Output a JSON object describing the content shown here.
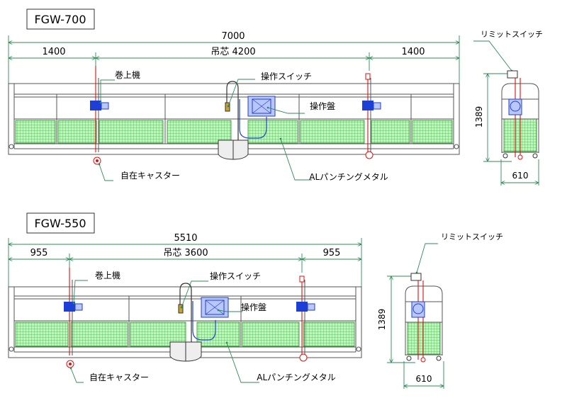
{
  "colors": {
    "dimension_line": "#2e8b57",
    "mesh_green": "#3cb93c",
    "rope_red": "#dd1111",
    "hoist_blue": "#1e3fd6",
    "frame_gray": "#555555"
  },
  "models": [
    {
      "name": "FGW-700",
      "total_length": "7000",
      "left_span": "1400",
      "center_span": "吊芯  4200",
      "right_span": "1400",
      "side_height": "1389",
      "side_width": "610",
      "labels": {
        "hoist": "巻上機",
        "control_switch": "操作スイッチ",
        "control_panel": "操作盤",
        "caster": "自在キャスター",
        "punching_metal": "ALパンチングメタル",
        "limit_switch": "リミットスイッチ"
      }
    },
    {
      "name": "FGW-550",
      "total_length": "5510",
      "left_span": "955",
      "center_span": "吊芯  3600",
      "right_span": "955",
      "side_height": "1389",
      "side_width": "610",
      "labels": {
        "hoist": "巻上機",
        "control_switch": "操作スイッチ",
        "control_panel": "操作盤",
        "caster": "自在キャスター",
        "punching_metal": "ALパンチングメタル",
        "limit_switch": "リミットスイッチ"
      }
    }
  ]
}
